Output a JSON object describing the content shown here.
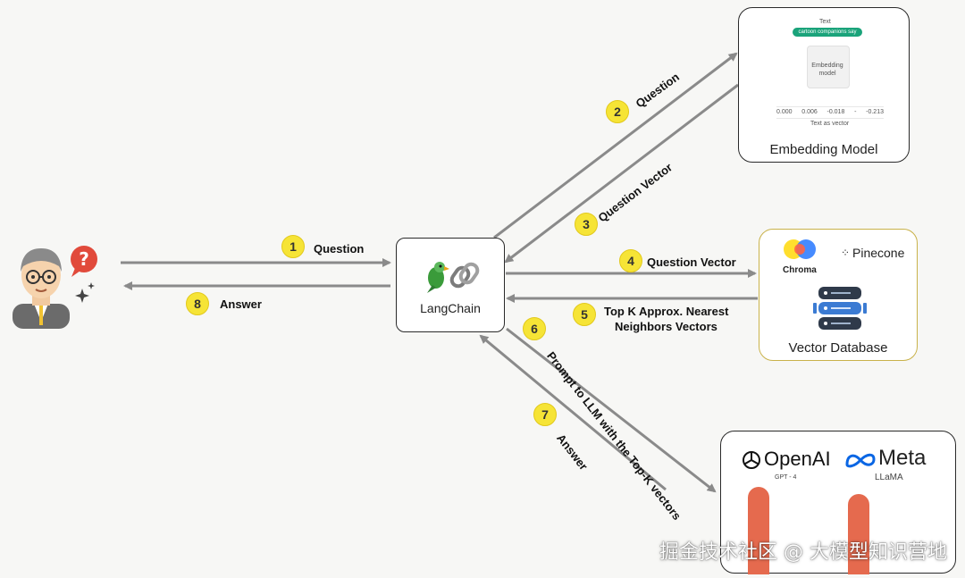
{
  "steps": [
    {
      "num": "1",
      "label": "Question"
    },
    {
      "num": "2",
      "label": "Question"
    },
    {
      "num": "3",
      "label": "Question Vector"
    },
    {
      "num": "4",
      "label": "Question Vector"
    },
    {
      "num": "5",
      "label_line1": "Top K Approx. Nearest",
      "label_line2": "Neighbors Vectors"
    },
    {
      "num": "6",
      "label": "Prompt to LLM with the Top-K vectors"
    },
    {
      "num": "7",
      "label": "Answer"
    },
    {
      "num": "8",
      "label": "Answer"
    }
  ],
  "langchain": {
    "title": "LangChain"
  },
  "embedding": {
    "title": "Embedding Model",
    "mini_text_label": "Text",
    "mini_pill": "cartoon companions say",
    "mini_model": "Embedding model",
    "mini_vector": [
      "0.000",
      "0.006",
      "-0.018",
      "-",
      "-0.213"
    ],
    "mini_caption": "Text as vector"
  },
  "vectordb": {
    "title": "Vector Database",
    "brand1": "Chroma",
    "brand2": "Pinecone"
  },
  "llm": {
    "brand1": "OpenAI",
    "brand1_sub": "GPT - 4",
    "brand2": "Meta",
    "brand2_sub": "LLaMA"
  },
  "watermark": "掘金技术社区 @ 大模型知识营地",
  "colors": {
    "arrow": "#8a8a8a",
    "badge": "#f6e436",
    "box_border": "#2a2a2a",
    "vector_border": "#c9b24a",
    "accent_green": "#1aa37a"
  }
}
